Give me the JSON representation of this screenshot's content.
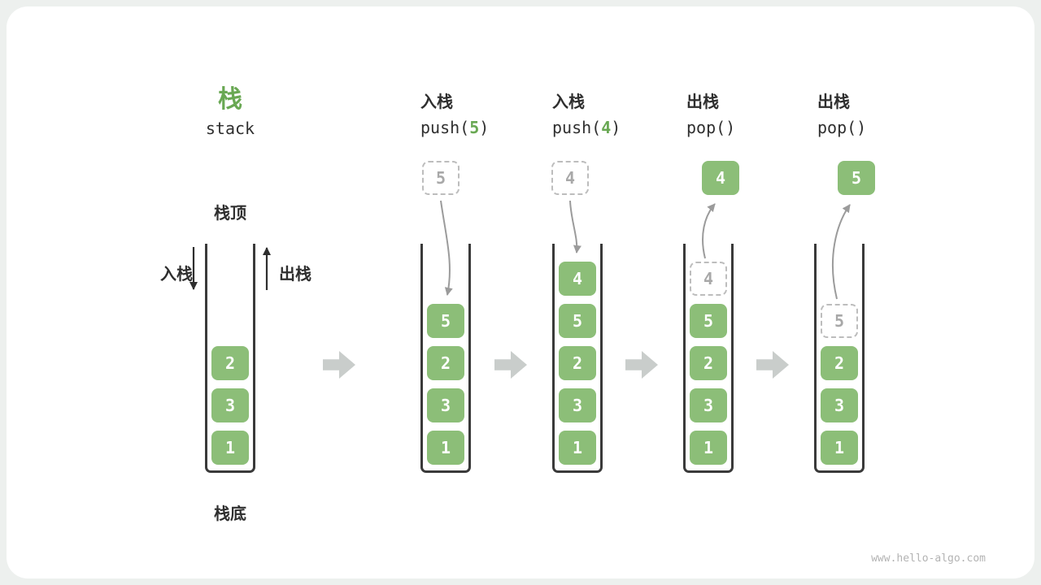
{
  "page": {
    "watermark": "www.hello-algo.com"
  },
  "title": {
    "zh": "栈",
    "en": "stack"
  },
  "legend": {
    "stack_top": "栈顶",
    "stack_bottom": "栈底",
    "push_label": "入栈",
    "pop_label": "出栈"
  },
  "base_stack": {
    "items": [
      "2",
      "3",
      "1"
    ]
  },
  "steps": [
    {
      "op": "入栈",
      "code_fn": "push(",
      "code_arg": "5",
      "code_close": ")",
      "floating": "5",
      "floating_style": "dashed",
      "stack": [
        "5",
        "2",
        "3",
        "1"
      ]
    },
    {
      "op": "入栈",
      "code_fn": "push(",
      "code_arg": "4",
      "code_close": ")",
      "floating": "4",
      "floating_style": "dashed",
      "stack": [
        "4",
        "5",
        "2",
        "3",
        "1"
      ]
    },
    {
      "op": "出栈",
      "code_fn": "pop(",
      "code_arg": "",
      "code_close": ")",
      "floating": "4",
      "floating_style": "solid",
      "ghost": "4",
      "stack": [
        "5",
        "2",
        "3",
        "1"
      ]
    },
    {
      "op": "出栈",
      "code_fn": "pop(",
      "code_arg": "",
      "code_close": ")",
      "floating": "5",
      "floating_style": "solid",
      "ghost": "5",
      "stack": [
        "2",
        "3",
        "1"
      ]
    }
  ],
  "colors": {
    "green": "#8CBE78",
    "green_text": "#69A853",
    "ink": "#2f2f2f",
    "ghost_border": "#bdbdbd",
    "ghost_text": "#a8a8a8",
    "arrow_gray": "#9b9b9b",
    "block_arrow": "#c9cdcb",
    "container_border": "#3a3a3a"
  }
}
